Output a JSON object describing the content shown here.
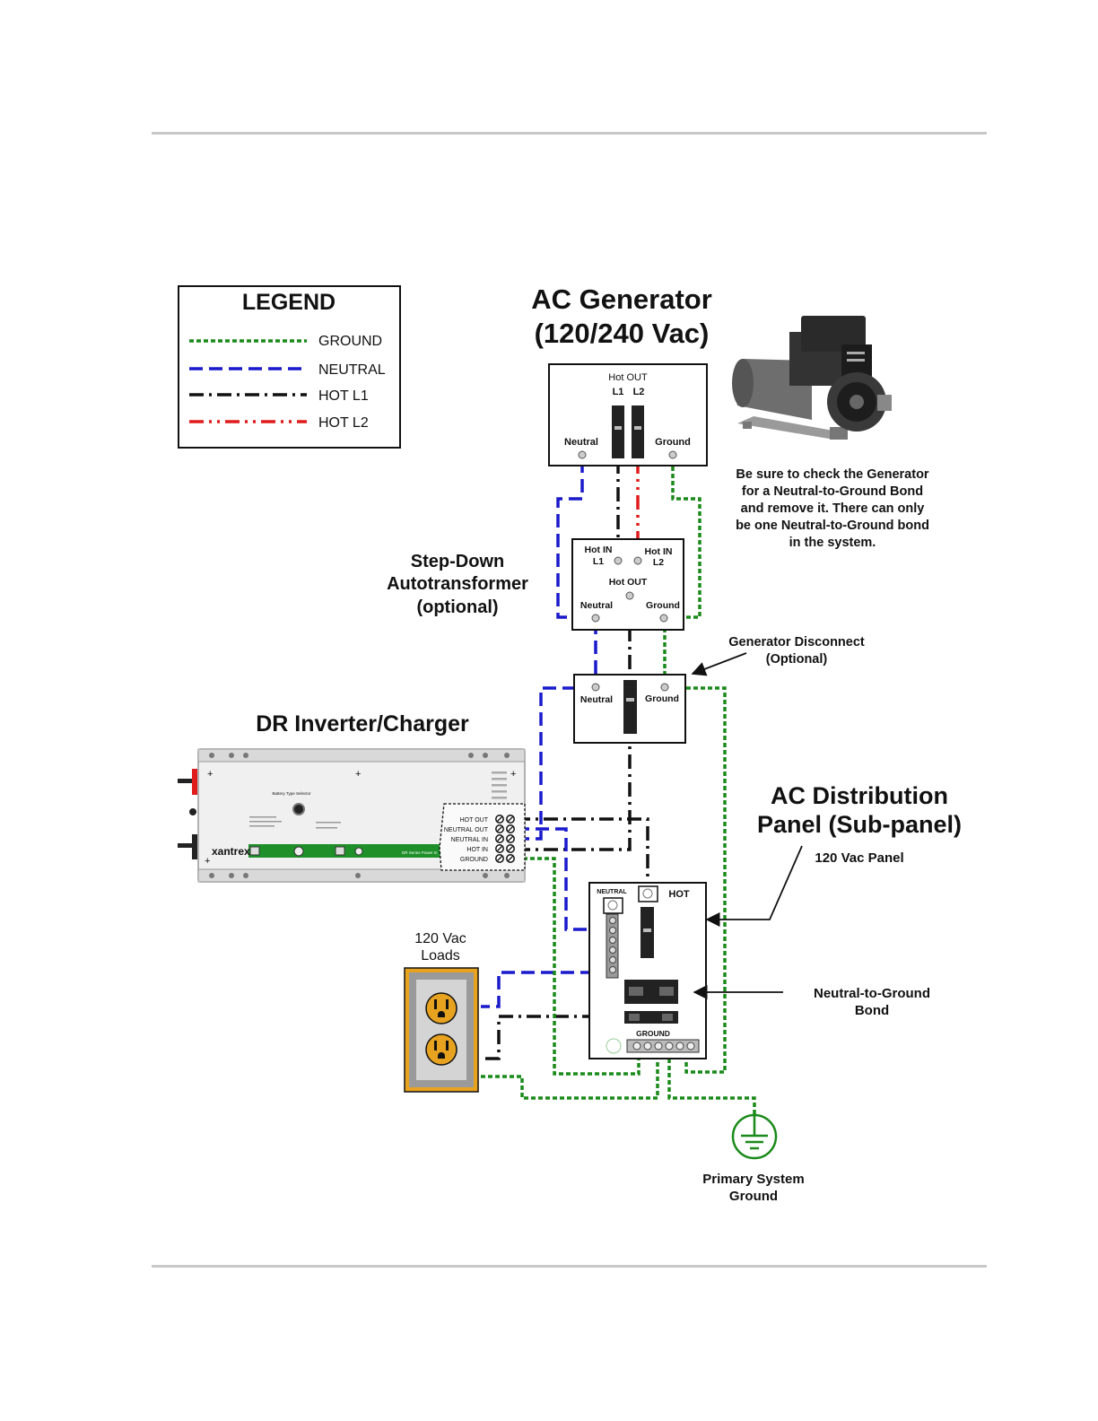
{
  "colors": {
    "ground": "#1a8a1a",
    "neutral": "#1a1acc",
    "hot_l1": "#111111",
    "hot_l2": "#e01b1b",
    "outlet": "#e7a21f",
    "inverter_strip": "#1f8f2a"
  },
  "legend": {
    "title": "LEGEND",
    "ground": "GROUND",
    "neutral": "NEUTRAL",
    "hot_l1": "HOT L1",
    "hot_l2": "HOT L2"
  },
  "generator": {
    "title_line1": "AC Generator",
    "title_line2": "(120/240 Vac)",
    "hot_out": "Hot OUT",
    "l1": "L1",
    "l2": "L2",
    "neutral": "Neutral",
    "ground": "Ground",
    "image_icon": "generator-icon"
  },
  "generator_note": {
    "line1": "Be sure to check the Generator",
    "line2": "for a Neutral-to-Ground Bond",
    "line3": "and remove it.  There can only",
    "line4": "be one Neutral-to-Ground bond",
    "line5": "in the system."
  },
  "transformer": {
    "label_line1": "Step-Down",
    "label_line2": "Autotransformer",
    "label_line3": "(optional)",
    "hot_in_l1_a": "Hot IN",
    "hot_in_l1_b": "L1",
    "hot_in_l2_a": "Hot IN",
    "hot_in_l2_b": "L2",
    "hot_out": "Hot OUT",
    "neutral": "Neutral",
    "ground": "Ground"
  },
  "disconnect": {
    "label_line1": "Generator Disconnect",
    "label_line2": "(Optional)",
    "neutral": "Neutral",
    "ground": "Ground"
  },
  "inverter": {
    "title": "DR Inverter/Charger",
    "brand": "xantrex",
    "battery_selector": "Battery Type Selector",
    "strip_text": "DR Series Power In",
    "terminals": [
      "HOT OUT",
      "NEUTRAL OUT",
      "NEUTRAL IN",
      "HOT IN",
      "GROUND"
    ]
  },
  "panel": {
    "title_line1": "AC Distribution",
    "title_line2": "Panel (Sub-panel)",
    "sub_label": "120 Vac Panel",
    "neutral": "NEUTRAL",
    "hot": "HOT",
    "ground": "GROUND"
  },
  "bond": {
    "line1": "Neutral-to-Ground",
    "line2": "Bond"
  },
  "loads": {
    "line1": "120 Vac",
    "line2": "Loads"
  },
  "system_ground": {
    "line1": "Primary System",
    "line2": "Ground"
  }
}
